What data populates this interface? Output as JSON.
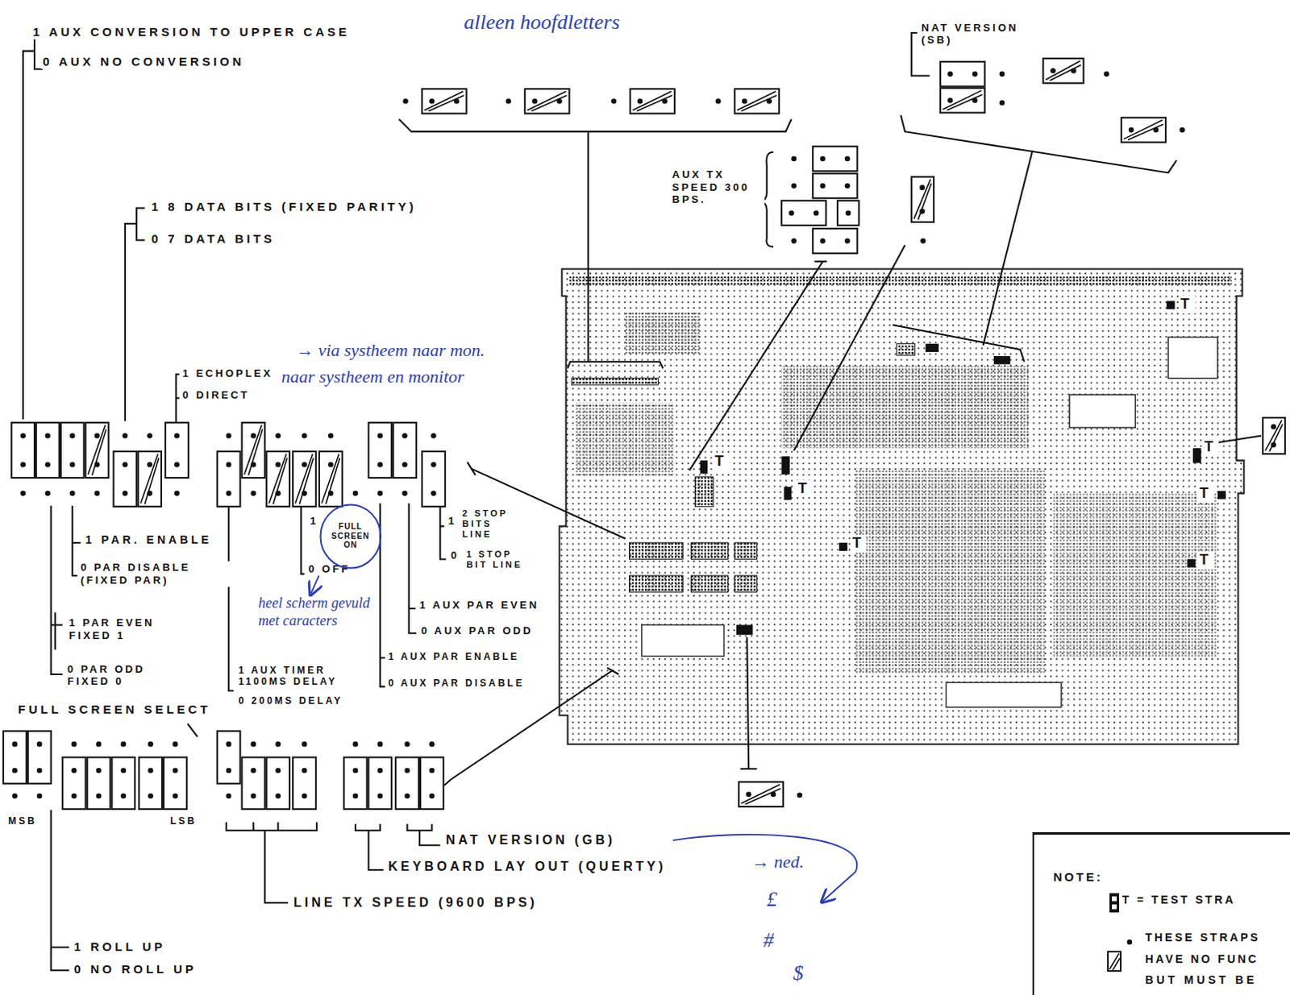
{
  "diagram": {
    "nodes": [
      {
        "text": [
          "FULL SCREEN ON"
        ]
      },
      {
        "text": [
          "NOTE:"
        ]
      }
    ],
    "labels": [
      "1 AUX CONVERSION TO UPPER CASE",
      "alleen hoofdletters",
      "0 AUX NO CONVERSION",
      "NAT VERSION (SB)",
      "AUX TX SPEED 300 BPS.",
      "1 8 DATA BITS (FIXED PARITY)",
      "0 7 DATA BITS",
      "1 ECHOPLEX",
      "→ via systheem naar mon.",
      "0 DIRECT",
      "naar systheem en monitor",
      "1",
      "0 OFF",
      "heel scherm gevuld met caracters",
      "1",
      "2 STOP BITS LINE",
      "0",
      "1 STOP BIT LINE",
      "1 AUX PAR EVEN",
      "0 AUX PAR ODD",
      "1 AUX PAR ENABLE",
      "0 AUX PAR DISABLE",
      "1 PAR. ENABLE",
      "0 PAR DISABLE (FIXED PAR)",
      "1 PAR EVEN FIXED 1",
      "0 PAR ODD FIXED 0",
      "1 AUX TIMER 1100MS DELAY",
      "0 200MS DELAY",
      "FULL SCREEN SELECT",
      "MSB",
      "LSB",
      "NAT VERSION (GB)",
      "KEYBOARD LAY OUT (QUERTY)",
      "→ ned.",
      "LINE TX SPEED (9600 BPS)",
      "£",
      "#",
      "$",
      "1 ROLL UP",
      "0 NO ROLL UP",
      "T",
      "T",
      "T",
      "T",
      "T",
      "T",
      "T",
      "BUT MUST BE"
    ],
    "legend": [
      {
        "text": "T = TEST STRA"
      },
      {
        "text": "THESE STRAPS"
      },
      {
        "text": "HAVE NO FUNC"
      }
    ]
  }
}
